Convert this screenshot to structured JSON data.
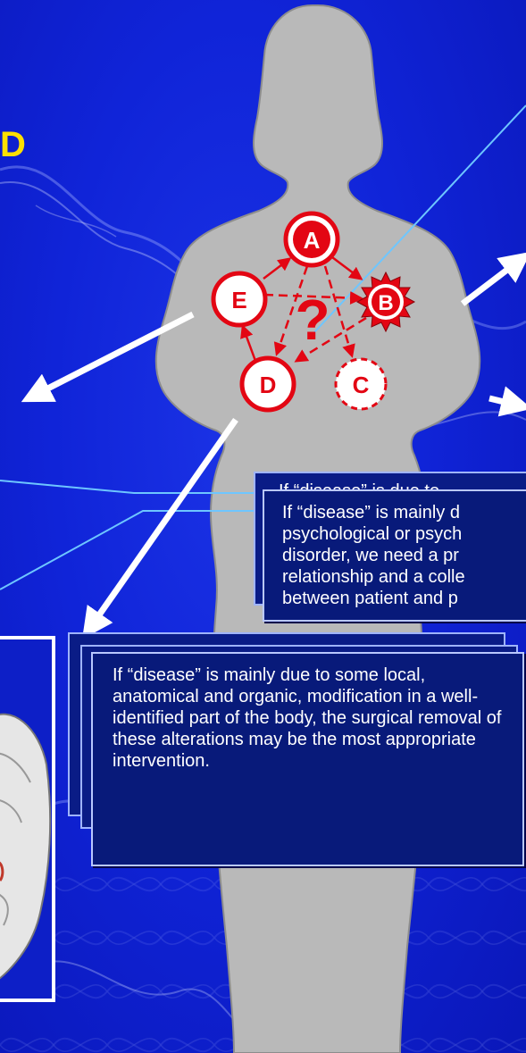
{
  "corner_text": "D",
  "nodes": [
    {
      "id": "A",
      "label": "A",
      "style": "solid"
    },
    {
      "id": "B",
      "label": "B",
      "style": "burst"
    },
    {
      "id": "C",
      "label": "C",
      "style": "dashed"
    },
    {
      "id": "D",
      "label": "D",
      "style": "solid"
    },
    {
      "id": "E",
      "label": "E",
      "style": "solid"
    }
  ],
  "center_symbol": "?",
  "boxes": {
    "psych": {
      "peek": "If “disease” is due to",
      "lines": [
        "If “disease” is mainly d",
        "psychological or psych",
        "disorder, we need a pr",
        "relationship and a colle",
        "between patient and p"
      ]
    },
    "surgical": {
      "text": "If “disease” is mainly due to some local, anatomical and organic, modification in a well-identified part of the body, the surgical removal of these alterations may be the most appropriate intervention."
    }
  },
  "colors": {
    "background": "#1024d8",
    "node_red": "#e30613",
    "silhouette": "#b9b9b9",
    "arrow": "#ffffff",
    "connector": "#6ec6ff",
    "corner_text": "#ffe000"
  }
}
